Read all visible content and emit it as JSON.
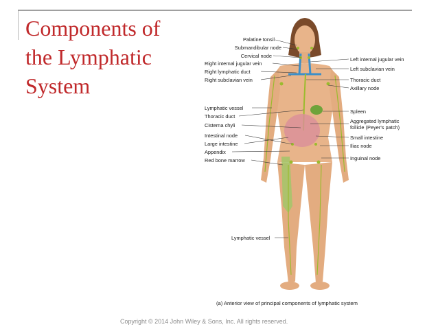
{
  "slide": {
    "title": "Components of\nthe Lymphatic\nSystem",
    "copyright": "Copyright © 2014 John Wiley & Sons, Inc. All rights reserved.",
    "caption": "(a) Anterior view of principal components of lymphatic system",
    "colors": {
      "title": "#c0292b",
      "skin": "#e8b48a",
      "lymph": "#9bbb2e",
      "vein": "#3d8fc8",
      "hair": "#7a4a2a"
    }
  },
  "labels_left": [
    "Palatine tonsil",
    "Submandibular node",
    "Cervical node",
    "Right internal jugular vein",
    "Right lymphatic duct",
    "Right subclavian vein",
    "Lymphatic vessel",
    "Thoracic duct",
    "Cisterna chyli",
    "Intestinal node",
    "Large intestine",
    "Appendix",
    "Red bone marrow",
    "Lymphatic vessel"
  ],
  "labels_right": [
    "Left internal jugular vein",
    "Left subclavian vein",
    "Thoracic duct",
    "Axillary node",
    "Spleen",
    "Aggregated lymphatic",
    "follicle (Peyer's patch)",
    "Small intestine",
    "Iliac node",
    "Inguinal node"
  ]
}
